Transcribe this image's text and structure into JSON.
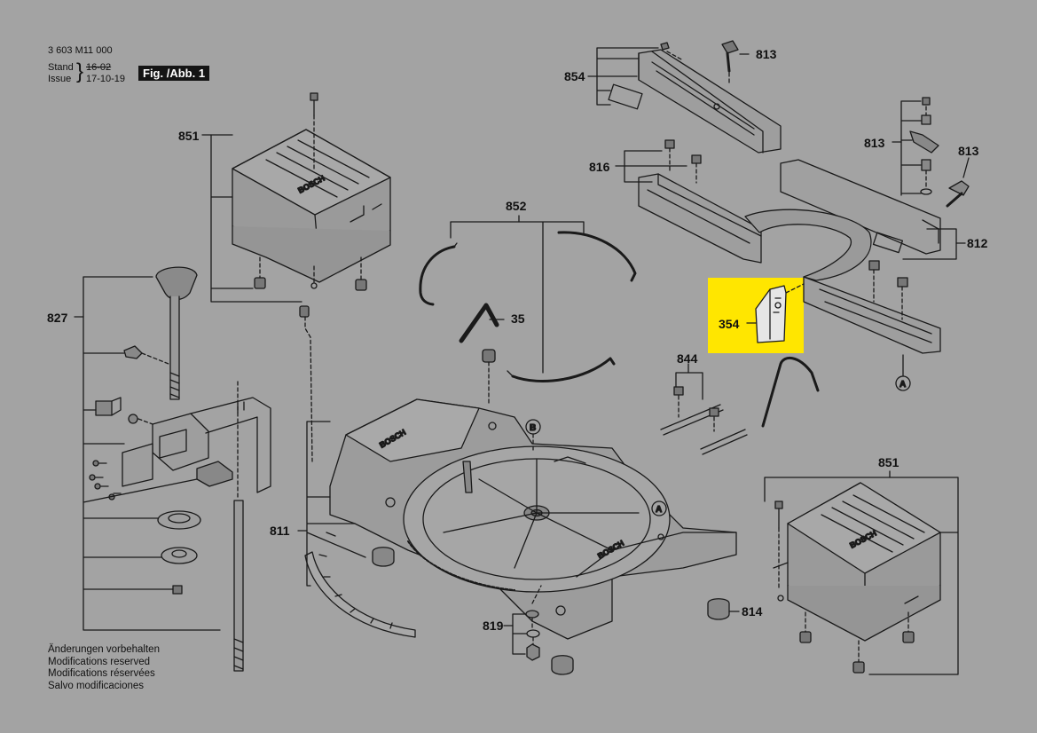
{
  "header": {
    "part_number": "3 603 M11 000",
    "stand_label": "Stand",
    "issue_label": "Issue",
    "brace": "}",
    "date_old": "16-02",
    "date_new": "17-10-19",
    "figure": "Fig. /Abb. 1"
  },
  "notes": [
    "Änderungen vorbehalten",
    "Modifications reserved",
    "Modifications réservées",
    "Salvo modificaciones"
  ],
  "brand": "BOSCH",
  "highlight_color": "#ffe600",
  "background_color": "#a3a3a3",
  "callouts": {
    "c851_top": "851",
    "c852": "852",
    "c35": "35",
    "c827": "827",
    "c854": "854",
    "c813_top": "813",
    "c813_mid": "813",
    "c813_right": "813",
    "c816": "816",
    "c812": "812",
    "c354": "354",
    "c844": "844",
    "c851_bottom": "851",
    "c811": "811",
    "c819": "819",
    "c814": "814"
  },
  "refs": {
    "a_right": "A",
    "a_table": "A",
    "b_table": "B"
  }
}
